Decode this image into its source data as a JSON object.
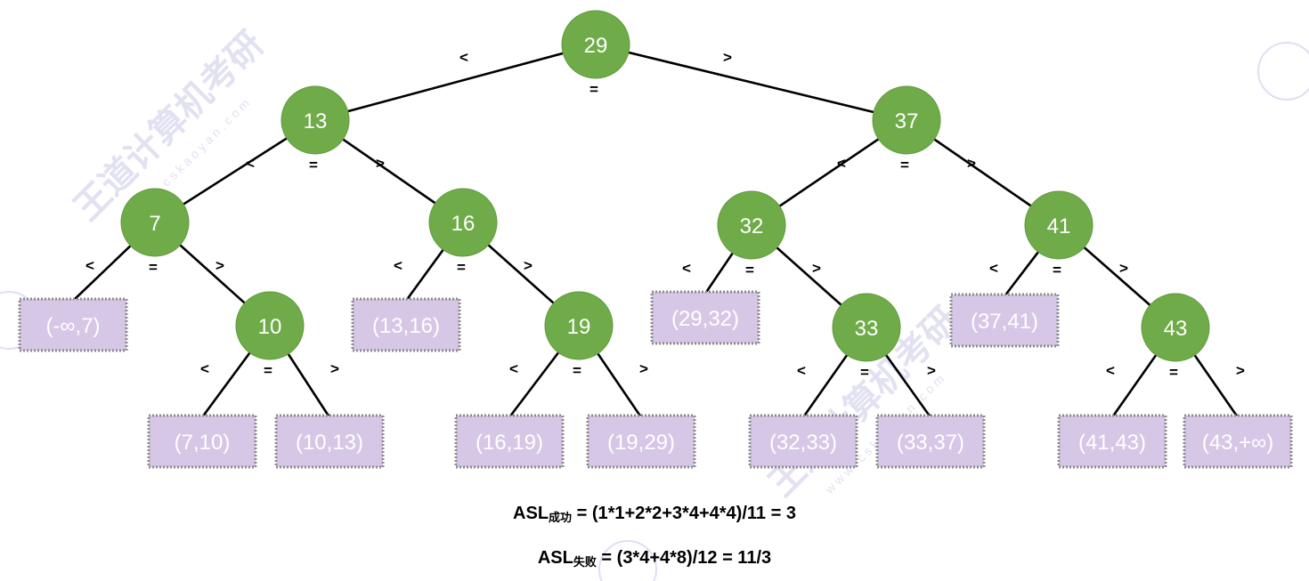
{
  "colors": {
    "node": "#6fab48",
    "node_stroke": "#5e9a3c",
    "leaf_fill": "#d6c7e6",
    "leaf_stroke": "#8c8c8c",
    "edge": "#000000",
    "watermark": "#c9c9e8"
  },
  "nodes": [
    {
      "id": "n29",
      "label": "29"
    },
    {
      "id": "n13",
      "label": "13"
    },
    {
      "id": "n37",
      "label": "37"
    },
    {
      "id": "n7",
      "label": "7"
    },
    {
      "id": "n16",
      "label": "16"
    },
    {
      "id": "n32",
      "label": "32"
    },
    {
      "id": "n41",
      "label": "41"
    },
    {
      "id": "n10",
      "label": "10"
    },
    {
      "id": "n19",
      "label": "19"
    },
    {
      "id": "n33",
      "label": "33"
    },
    {
      "id": "n43",
      "label": "43"
    }
  ],
  "leaves": [
    {
      "id": "l1",
      "label": "(-∞,7)"
    },
    {
      "id": "l2",
      "label": "(13,16)"
    },
    {
      "id": "l3",
      "label": "(29,32)"
    },
    {
      "id": "l4",
      "label": "(37,41)"
    },
    {
      "id": "l5",
      "label": "(7,10)"
    },
    {
      "id": "l6",
      "label": "(10,13)"
    },
    {
      "id": "l7",
      "label": "(16,19)"
    },
    {
      "id": "l8",
      "label": "(19,29)"
    },
    {
      "id": "l9",
      "label": "(32,33)"
    },
    {
      "id": "l10",
      "label": "(33,37)"
    },
    {
      "id": "l11",
      "label": "(41,43)"
    },
    {
      "id": "l12",
      "label": "(43,+∞)"
    }
  ],
  "edges": [
    {
      "from": "n29",
      "to": "n13"
    },
    {
      "from": "n29",
      "to": "n37"
    },
    {
      "from": "n13",
      "to": "n7"
    },
    {
      "from": "n13",
      "to": "n16"
    },
    {
      "from": "n37",
      "to": "n32"
    },
    {
      "from": "n37",
      "to": "n41"
    },
    {
      "from": "n7",
      "to": "l1"
    },
    {
      "from": "n7",
      "to": "n10"
    },
    {
      "from": "n16",
      "to": "l2"
    },
    {
      "from": "n16",
      "to": "n19"
    },
    {
      "from": "n32",
      "to": "l3"
    },
    {
      "from": "n32",
      "to": "n33"
    },
    {
      "from": "n41",
      "to": "l4"
    },
    {
      "from": "n41",
      "to": "n43"
    },
    {
      "from": "n10",
      "to": "l5"
    },
    {
      "from": "n10",
      "to": "l6"
    },
    {
      "from": "n19",
      "to": "l7"
    },
    {
      "from": "n19",
      "to": "l8"
    },
    {
      "from": "n33",
      "to": "l9"
    },
    {
      "from": "n33",
      "to": "l10"
    },
    {
      "from": "n43",
      "to": "l11"
    },
    {
      "from": "n43",
      "to": "l12"
    }
  ],
  "edge_labels": {
    "less": "<",
    "equal": "=",
    "greater": ">"
  },
  "formulas": {
    "success_prefix": "ASL",
    "success_sub": "成功",
    "success_body": " = (1*1+2*2+3*4+4*4)/11 = 3",
    "failure_prefix": "ASL",
    "failure_sub": "失败",
    "failure_body": " = (3*4+4*8)/12 = 11/3"
  },
  "watermark": {
    "brand": "王道计算机考研",
    "url": "w w w . c s k a o y a n . c o m"
  }
}
